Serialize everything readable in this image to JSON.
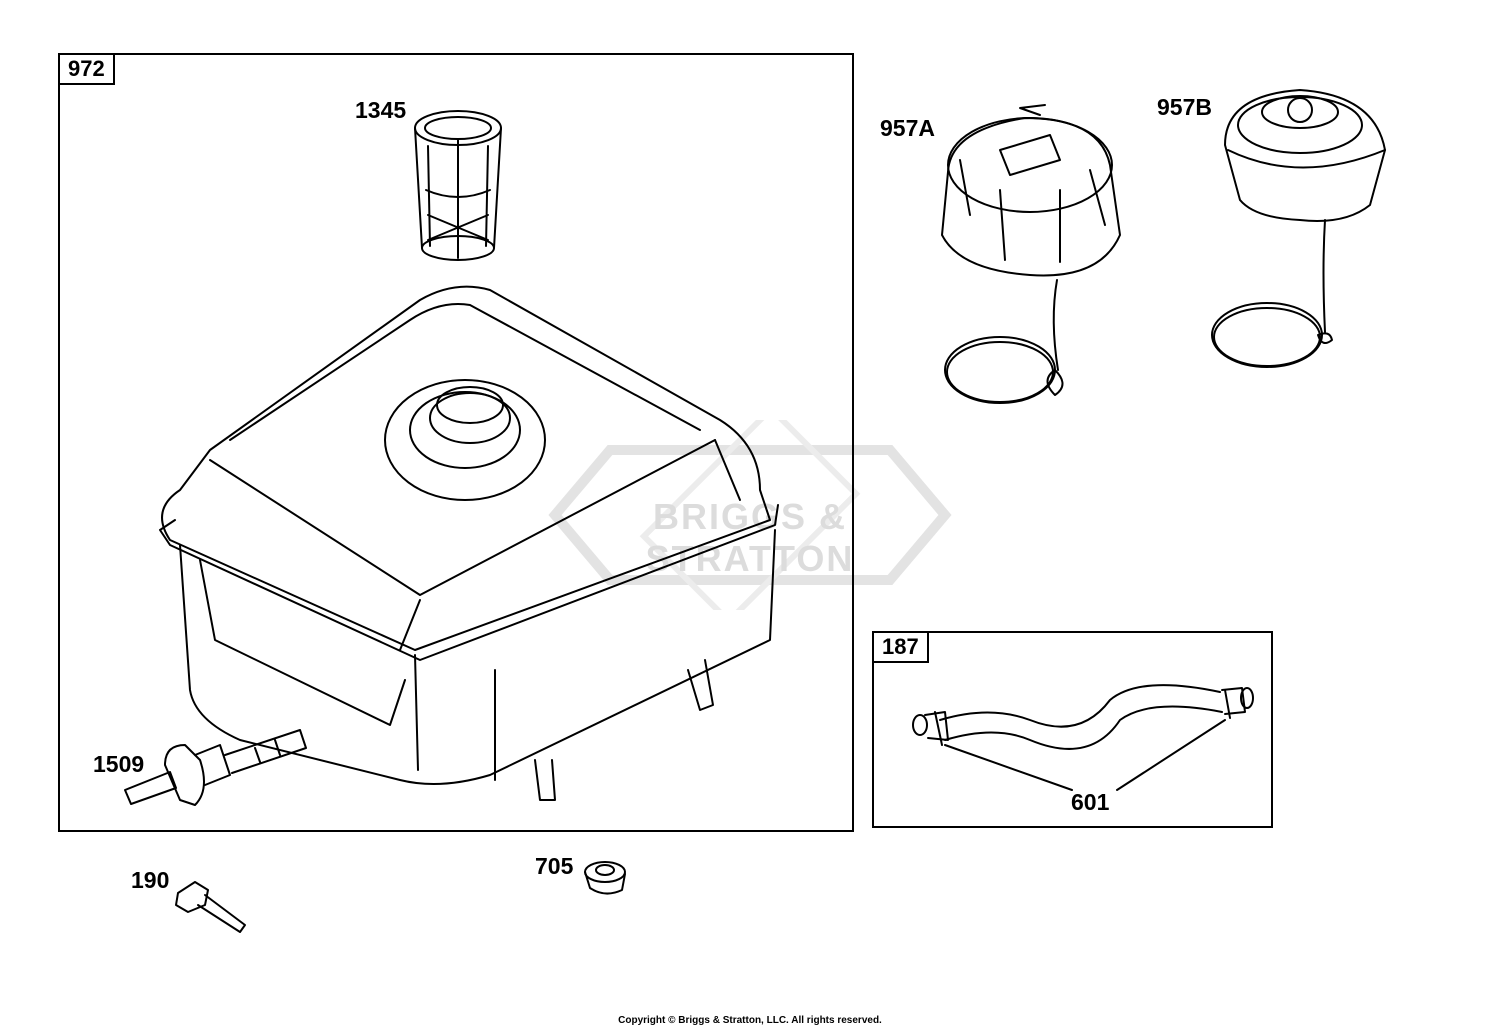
{
  "boxes": {
    "main_tag": "972",
    "hose_tag": "187"
  },
  "labels": {
    "strainer": "1345",
    "cap_a": "957A",
    "cap_b": "957B",
    "fuel_valve": "1509",
    "bolt": "190",
    "nut": "705",
    "hose": "601"
  },
  "watermark": "BRIGGS & STRATTON",
  "copyright": "Copyright © Briggs & Stratton, LLC. All rights reserved."
}
